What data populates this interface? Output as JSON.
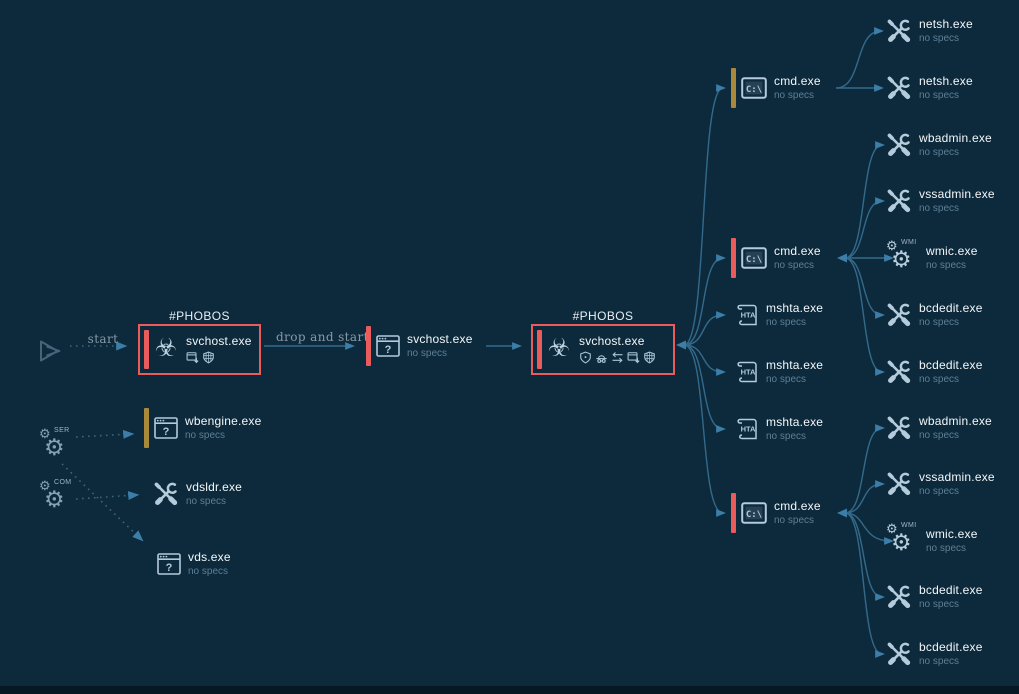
{
  "tags": {
    "phobos": "#PHOBOS"
  },
  "edge_labels": {
    "start": "start",
    "drop_and_start": "drop and start"
  },
  "roots": {
    "run": {
      "icon": "run-icon"
    },
    "services": {
      "label": "SER",
      "icon": "gears-icon"
    },
    "com": {
      "label": "COM",
      "icon": "gears-icon"
    }
  },
  "nodes": {
    "svchost_1": {
      "name": "svchost.exe",
      "tag": "#PHOBOS",
      "badges": [
        "drops-exe-icon",
        "checkered-shield-icon"
      ]
    },
    "svchost_2": {
      "name": "svchost.exe",
      "sub": "no specs"
    },
    "svchost_3": {
      "name": "svchost.exe",
      "tag": "#PHOBOS",
      "badges": [
        "shield-icon",
        "stealing-icon",
        "swap-arrows-icon",
        "drops-exe-icon",
        "checkered-shield-icon"
      ]
    },
    "cmd_1": {
      "name": "cmd.exe",
      "sub": "no specs"
    },
    "cmd_2": {
      "name": "cmd.exe",
      "sub": "no specs"
    },
    "cmd_3": {
      "name": "cmd.exe",
      "sub": "no specs"
    },
    "mshta_1": {
      "name": "mshta.exe",
      "sub": "no specs"
    },
    "mshta_2": {
      "name": "mshta.exe",
      "sub": "no specs"
    },
    "mshta_3": {
      "name": "mshta.exe",
      "sub": "no specs"
    },
    "netsh_1": {
      "name": "netsh.exe",
      "sub": "no specs"
    },
    "netsh_2": {
      "name": "netsh.exe",
      "sub": "no specs"
    },
    "wbadmin_1": {
      "name": "wbadmin.exe",
      "sub": "no specs"
    },
    "vssadmin_1": {
      "name": "vssadmin.exe",
      "sub": "no specs"
    },
    "wmic_1": {
      "name": "wmic.exe",
      "sub": "no specs",
      "icon_label": "WMI"
    },
    "bcdedit_1": {
      "name": "bcdedit.exe",
      "sub": "no specs"
    },
    "bcdedit_2": {
      "name": "bcdedit.exe",
      "sub": "no specs"
    },
    "wbadmin_2": {
      "name": "wbadmin.exe",
      "sub": "no specs"
    },
    "vssadmin_2": {
      "name": "vssadmin.exe",
      "sub": "no specs"
    },
    "wmic_2": {
      "name": "wmic.exe",
      "sub": "no specs",
      "icon_label": "WMI"
    },
    "bcdedit_3": {
      "name": "bcdedit.exe",
      "sub": "no specs"
    },
    "bcdedit_4": {
      "name": "bcdedit.exe",
      "sub": "no specs"
    },
    "wbengine": {
      "name": "wbengine.exe",
      "sub": "no specs"
    },
    "vdsldr": {
      "name": "vdsldr.exe",
      "sub": "no specs"
    },
    "vds": {
      "name": "vds.exe",
      "sub": "no specs"
    }
  },
  "edges": [
    {
      "from": "run",
      "to": "svchost_1",
      "label": "start",
      "style": "dotted"
    },
    {
      "from": "svchost_1",
      "to": "svchost_2",
      "label": "drop and start",
      "style": "solid"
    },
    {
      "from": "svchost_2",
      "to": "svchost_3",
      "style": "solid"
    },
    {
      "from": "svchost_3",
      "to": "cmd_1"
    },
    {
      "from": "svchost_3",
      "to": "cmd_2"
    },
    {
      "from": "svchost_3",
      "to": "mshta_1"
    },
    {
      "from": "svchost_3",
      "to": "mshta_2"
    },
    {
      "from": "svchost_3",
      "to": "mshta_3"
    },
    {
      "from": "svchost_3",
      "to": "cmd_3"
    },
    {
      "from": "cmd_1",
      "to": "netsh_1"
    },
    {
      "from": "cmd_1",
      "to": "netsh_2"
    },
    {
      "from": "cmd_2",
      "to": "wbadmin_1"
    },
    {
      "from": "cmd_2",
      "to": "vssadmin_1"
    },
    {
      "from": "cmd_2",
      "to": "wmic_1"
    },
    {
      "from": "cmd_2",
      "to": "bcdedit_1"
    },
    {
      "from": "cmd_2",
      "to": "bcdedit_2"
    },
    {
      "from": "cmd_3",
      "to": "wbadmin_2"
    },
    {
      "from": "cmd_3",
      "to": "vssadmin_2"
    },
    {
      "from": "cmd_3",
      "to": "wmic_2"
    },
    {
      "from": "cmd_3",
      "to": "bcdedit_3"
    },
    {
      "from": "cmd_3",
      "to": "bcdedit_4"
    },
    {
      "from": "services",
      "to": "wbengine",
      "style": "dotted"
    },
    {
      "from": "services",
      "to": "vds",
      "style": "dotted"
    },
    {
      "from": "com",
      "to": "vdsldr",
      "style": "dotted"
    }
  ],
  "colors": {
    "background": "#0d2a3c",
    "alert_red": "#ea5b5b",
    "warn_yellow": "#a88a3a",
    "edge_blue": "#336a8c",
    "icon_blue": "#b3cbdb",
    "text": "#f4f7f9",
    "muted_text": "#5d7f95"
  }
}
